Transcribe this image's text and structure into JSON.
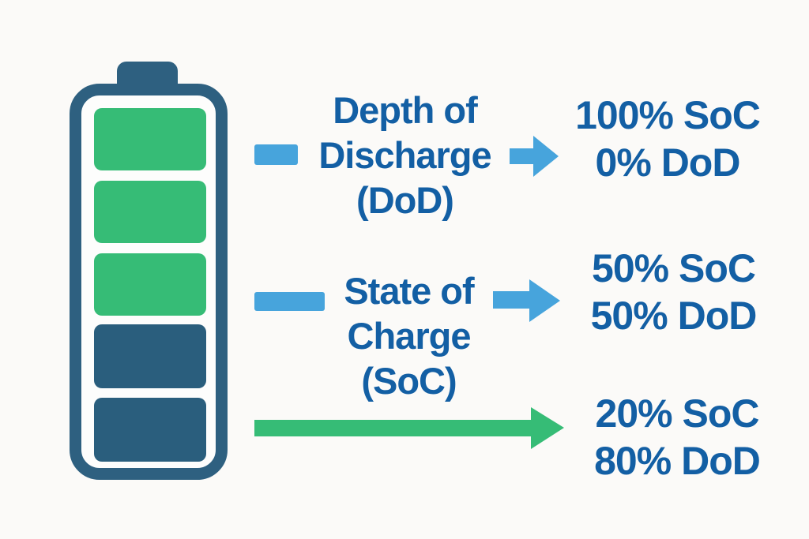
{
  "colors": {
    "background": "#FBFAF8",
    "battery_outline": "#2E6080",
    "battery_dark_segment": "#2A5E7D",
    "battery_inner": "#FDFDFC",
    "green": "#36BC76",
    "arrow_blue": "#47A4DC",
    "text_blue": "#135FA4"
  },
  "battery": {
    "segment_colors": [
      "green",
      "green",
      "green",
      "dark",
      "dark"
    ]
  },
  "rows": [
    {
      "label_lines": [
        "Depth of",
        "Discharge",
        "(DoD)"
      ],
      "values": [
        "100% SoC",
        "0% DoD"
      ]
    },
    {
      "label_lines": [
        "State of",
        "Charge",
        "(SoC)"
      ],
      "values": [
        "50% SoC",
        "50% DoD"
      ]
    },
    {
      "values": [
        "20% SoC",
        "80% DoD"
      ]
    }
  ]
}
